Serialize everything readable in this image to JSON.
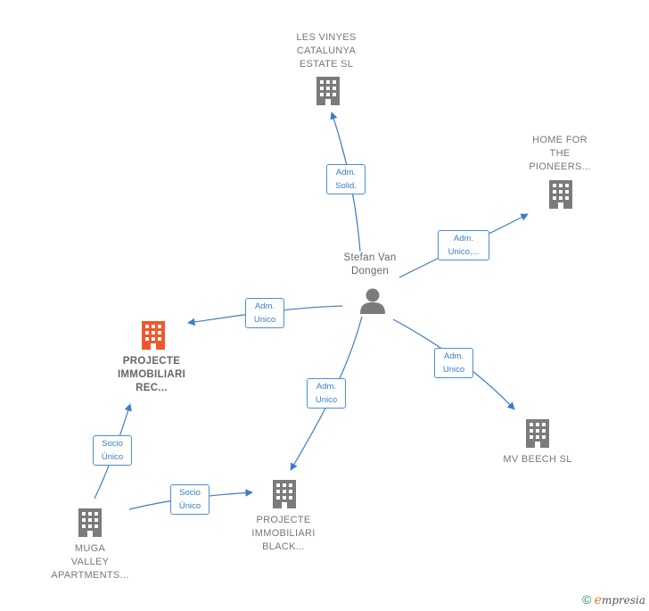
{
  "person": {
    "name": "Stefan Van\nDongen",
    "icon": "person-icon"
  },
  "companies": {
    "les_vinyes": {
      "name": "LES VINYES\nCATALUNYA\nESTATE  SL",
      "icon": "building-icon"
    },
    "home_pioneers": {
      "name": "HOME FOR\nTHE\nPIONEERS...",
      "icon": "building-icon"
    },
    "projecte_rec": {
      "name": "PROJECTE\nIMMOBILIARI\nREC...",
      "icon": "building-icon",
      "highlight": true
    },
    "mv_beech": {
      "name": "MV BEECH  SL",
      "icon": "building-icon"
    },
    "projecte_black": {
      "name": "PROJECTE\nIMMOBILIARI\nBLACK...",
      "icon": "building-icon"
    },
    "muga_valley": {
      "name": "MUGA\nVALLEY\nAPARTMENTS...",
      "icon": "building-icon"
    }
  },
  "edges": {
    "to_les_vinyes": [
      "Adm.",
      "Solid."
    ],
    "to_home_pioneers": [
      "Adm.",
      "Unico,..."
    ],
    "to_projecte_rec": [
      "Adm.",
      "Unico"
    ],
    "to_mv_beech": [
      "Adm.",
      "Unico"
    ],
    "to_projecte_black": [
      "Adm.",
      "Unico"
    ],
    "muga_to_rec": [
      "Socio",
      "Único"
    ],
    "muga_to_black": [
      "Socio",
      "Único"
    ]
  },
  "colors": {
    "edge": "#3a7cc9",
    "building": "#7b7b7b",
    "highlight": "#f0582c",
    "person": "#7b7b7b"
  },
  "footer": {
    "copyright": "©",
    "brand_first": "e",
    "brand_rest": "mpresia"
  }
}
